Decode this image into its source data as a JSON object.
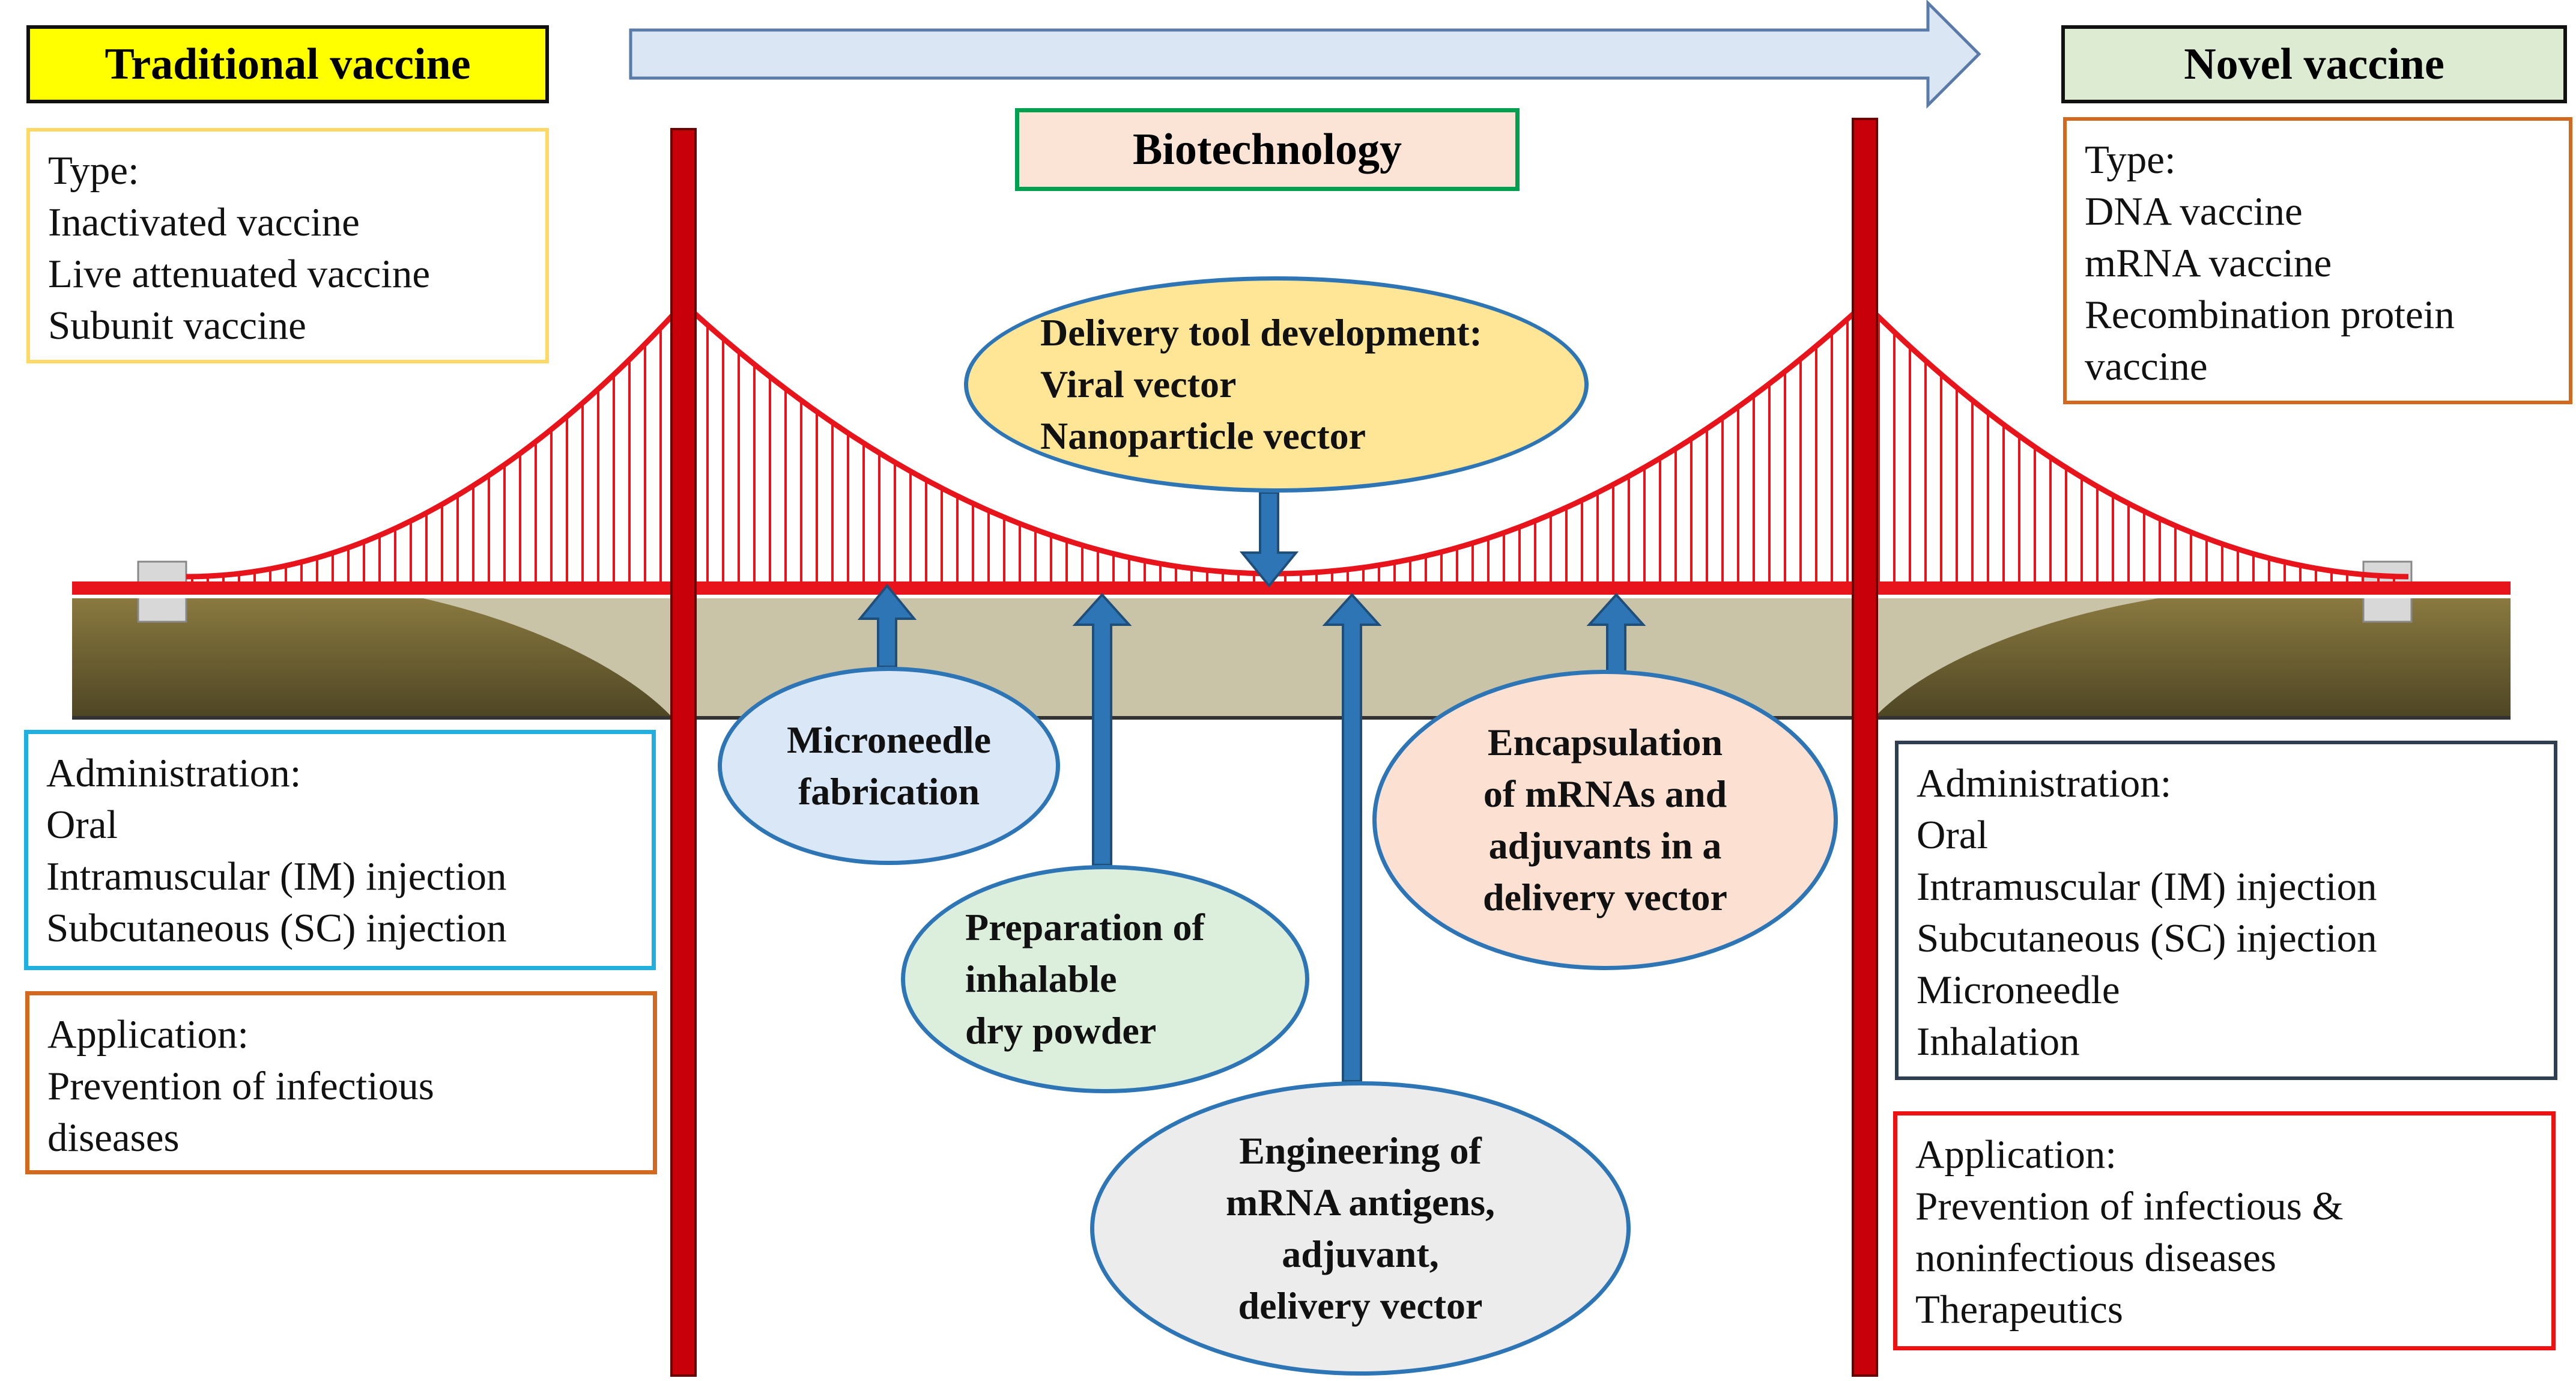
{
  "header": {
    "traditional_title": "Traditional vaccine",
    "biotech_title": "Biotechnology",
    "novel_title": "Novel vaccine"
  },
  "traditional": {
    "type_lines": [
      "Type:",
      "Inactivated vaccine",
      "Live attenuated vaccine",
      "Subunit vaccine"
    ],
    "administration_lines": [
      "Administration:",
      "Oral",
      "Intramuscular (IM) injection",
      "Subcutaneous (SC) injection"
    ],
    "application_lines": [
      "Application:",
      "Prevention of infectious",
      "diseases"
    ]
  },
  "novel": {
    "type_lines": [
      "Type:",
      "DNA vaccine",
      "mRNA vaccine",
      "Recombination protein",
      "vaccine"
    ],
    "administration_lines": [
      "Administration:",
      "Oral",
      "Intramuscular (IM) injection",
      "Subcutaneous (SC) injection",
      "Microneedle",
      "Inhalation"
    ],
    "application_lines": [
      "Application:",
      "Prevention of infectious &",
      "noninfectious diseases",
      "Therapeutics"
    ]
  },
  "technologies": {
    "delivery": [
      "Delivery tool development:",
      "Viral vector",
      "Nanoparticle vector"
    ],
    "microneedle": [
      "Microneedle",
      "fabrication"
    ],
    "dry_powder": [
      "Preparation of",
      "inhalable",
      "dry powder"
    ],
    "encapsulation": [
      "Encapsulation",
      "of mRNAs and",
      "adjuvants in a",
      "delivery vector"
    ],
    "engineering": [
      "Engineering of",
      "mRNA antigens,",
      "adjuvant,",
      "delivery vector"
    ]
  },
  "colors": {
    "traditional_title_fill": "#ffff00",
    "novel_title_fill": "#dcebd2",
    "biotech_fill": "#fbe3d6",
    "biotech_border": "#00a050",
    "bridge_red": "#e8141c",
    "tower_red": "#c8000a",
    "arrow_blue": "#2e75b6",
    "top_arrow_fill": "#dbe6f4",
    "hill_olive": "#6e6232",
    "delivery_fill": "#ffe596",
    "microneedle_fill": "#d9e7f6",
    "dry_powder_fill": "#dcefdc",
    "encapsulation_fill": "#fce0d2",
    "engineering_fill": "#ececec",
    "ellipse_border": "#2e75b6"
  }
}
